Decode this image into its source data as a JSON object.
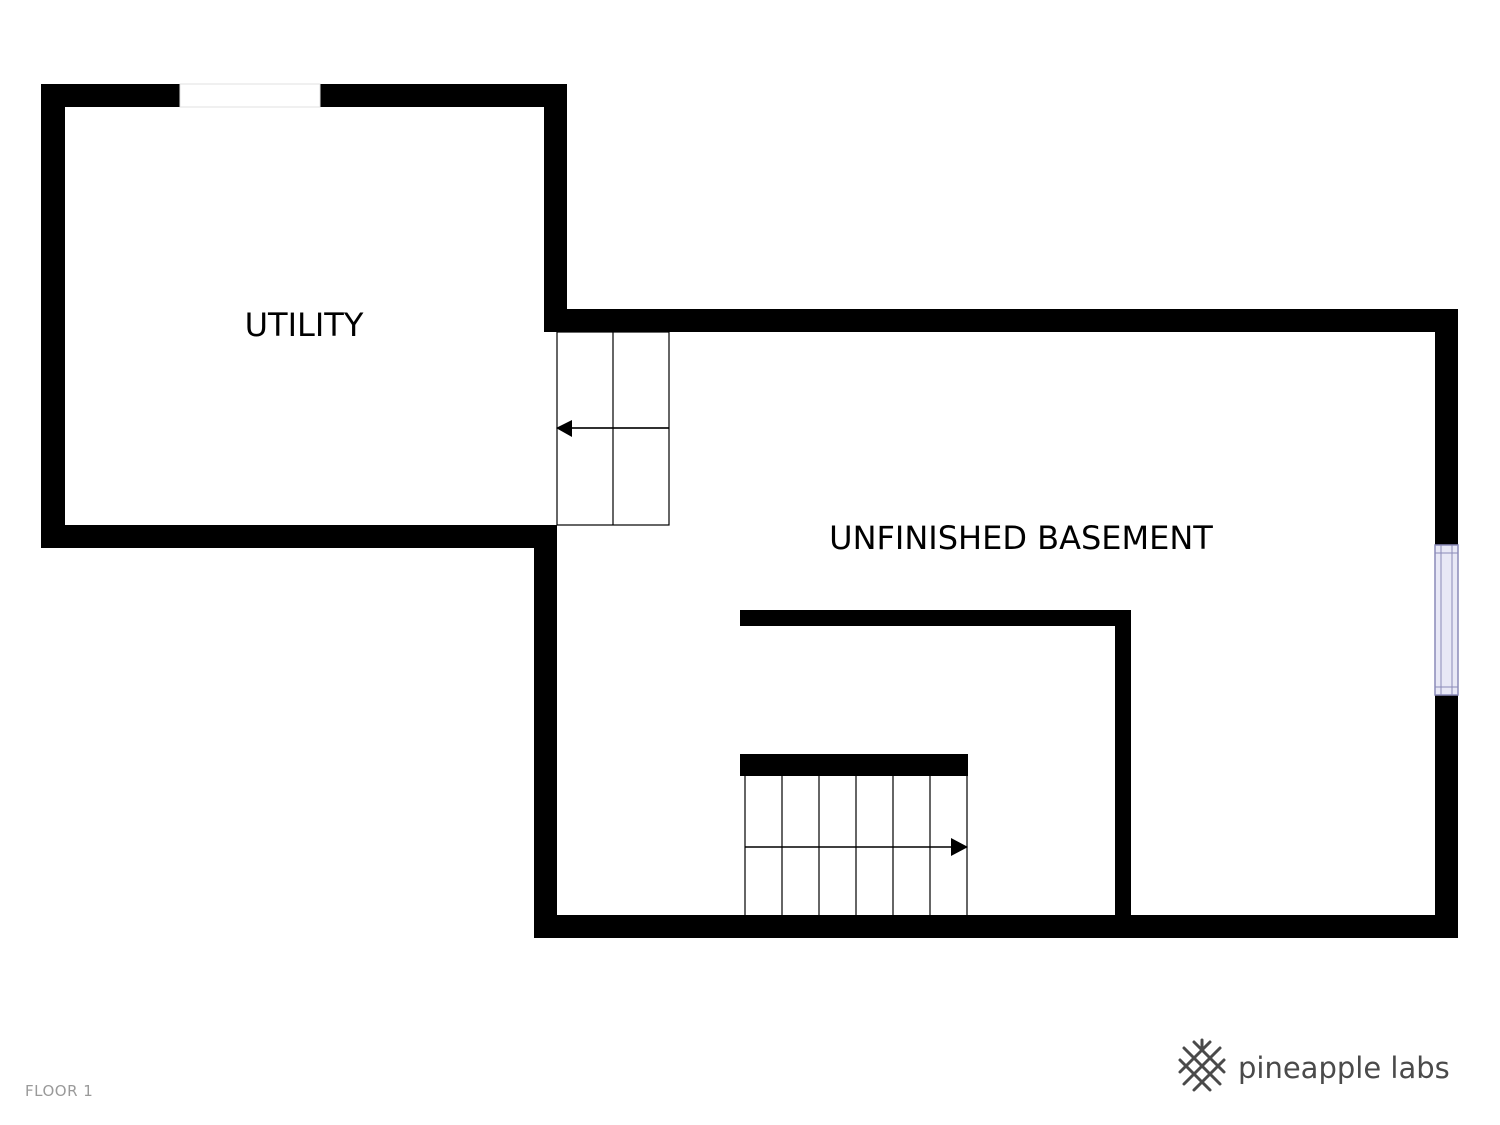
{
  "rooms": [
    {
      "name": "UTILITY"
    },
    {
      "name": "UNFINISHED BASEMENT"
    }
  ],
  "footer": {
    "floor_label": "FLOOR 1",
    "brand_name": "pineapple labs",
    "brand_icon": "pineapple-lattice-icon"
  },
  "colors": {
    "wall": "#000000",
    "window_fill": "#e8e8f6",
    "window_stroke": "#8a8ab8",
    "brand_text": "#4a4a4a",
    "floor_label": "#9a9a9a"
  }
}
